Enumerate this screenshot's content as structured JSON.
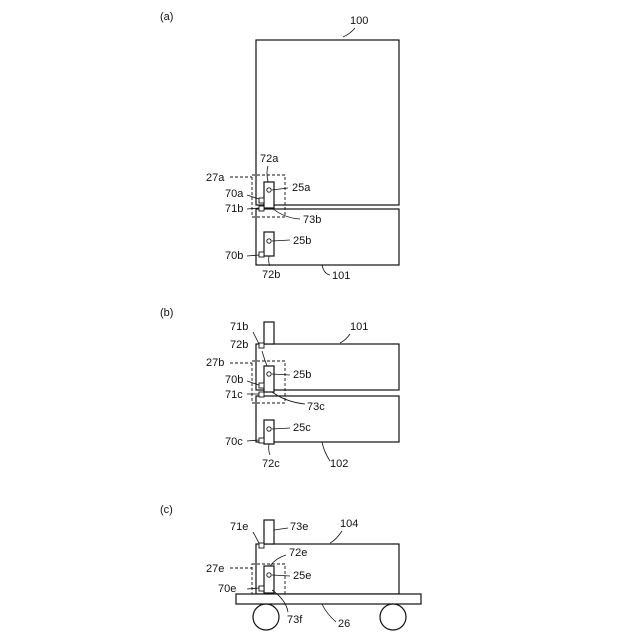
{
  "panels": [
    {
      "label": "(a)",
      "refs": [
        "100",
        "27a",
        "72a",
        "70a",
        "25a",
        "71b",
        "73b",
        "25b",
        "70b",
        "72b",
        "101"
      ]
    },
    {
      "label": "(b)",
      "refs": [
        "71b",
        "101",
        "72b",
        "27b",
        "25b",
        "70b",
        "71c",
        "73c",
        "25c",
        "70c",
        "72c",
        "102"
      ]
    },
    {
      "label": "(c)",
      "refs": [
        "71e",
        "73e",
        "104",
        "72e",
        "27e",
        "25e",
        "70e",
        "73f",
        "26"
      ]
    }
  ],
  "colors": {
    "line": "#111111",
    "background": "#ffffff"
  }
}
